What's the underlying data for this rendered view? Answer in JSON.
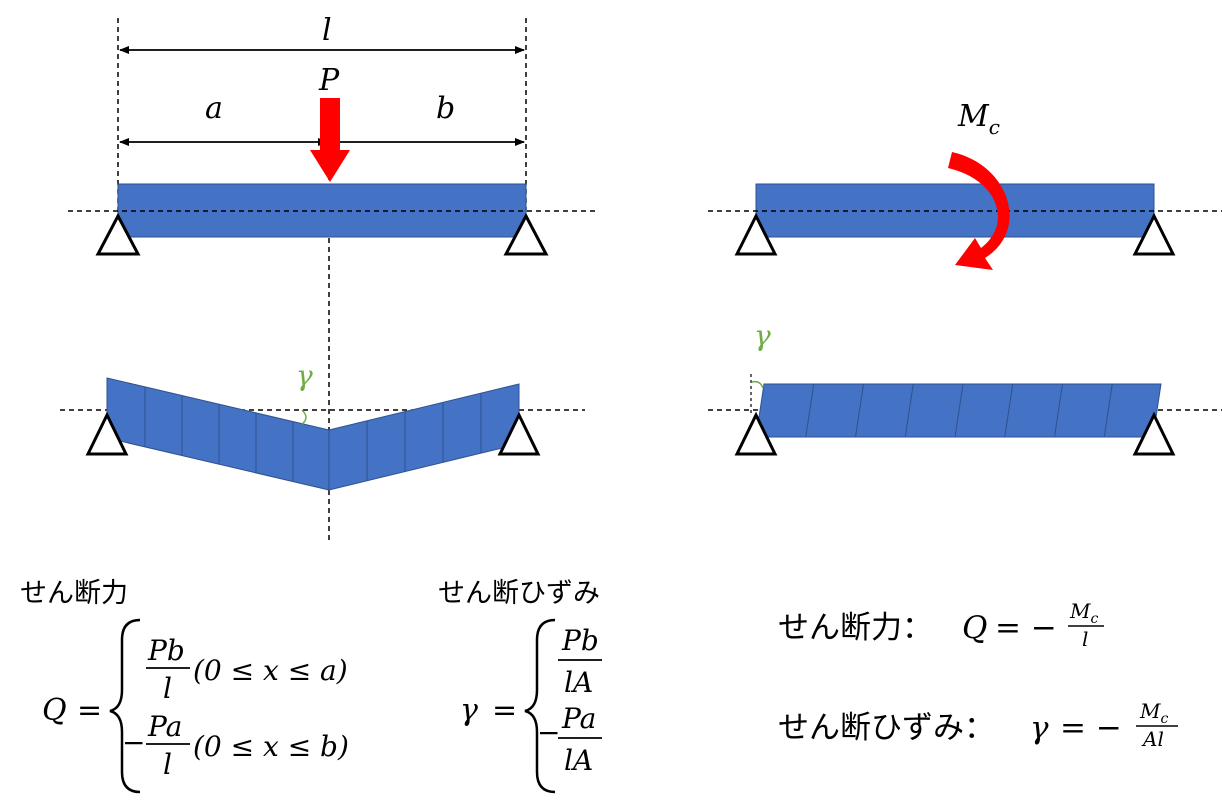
{
  "colors": {
    "beam_fill": "#4472c4",
    "beam_stroke": "#2f528f",
    "load": "#ff0000",
    "shear_angle": "#70ad47",
    "line": "#000000"
  },
  "left_diagram": {
    "span_label": "l",
    "segment_a_label": "a",
    "segment_b_label": "b",
    "load_label": "P",
    "gamma_label": "γ"
  },
  "right_diagram": {
    "moment_label_main": "M",
    "moment_label_sub": "c",
    "gamma_label": "γ"
  },
  "left_formulas": {
    "shear_force_title": "せん断力",
    "shear_strain_title": "せん断ひずみ",
    "Q_lhs": "Q",
    "equals": "=",
    "Q_case1_num": "Pb",
    "Q_case1_den": "l",
    "Q_case1_cond": "(0 ≤ x ≤ a)",
    "Q_case2_minus": "−",
    "Q_case2_num": "Pa",
    "Q_case2_den": "l",
    "Q_case2_cond": "(0 ≤ x ≤ b)",
    "gamma_lhs": "γ",
    "g_case1_num": "Pb",
    "g_case1_den": "lA",
    "g_case2_minus": "−",
    "g_case2_num": "Pa",
    "g_case2_den": "lA"
  },
  "right_formulas": {
    "shear_force_prefix": "せん断力：",
    "shear_force_lhs": "Q",
    "shear_force_eq": "= −",
    "shear_force_num_main": "M",
    "shear_force_num_sub": "c",
    "shear_force_den": "l",
    "shear_strain_prefix": "せん断ひずみ：",
    "shear_strain_lhs": "γ",
    "shear_strain_eq": "= −",
    "shear_strain_num_main": "M",
    "shear_strain_num_sub": "c",
    "shear_strain_den": "Al"
  }
}
